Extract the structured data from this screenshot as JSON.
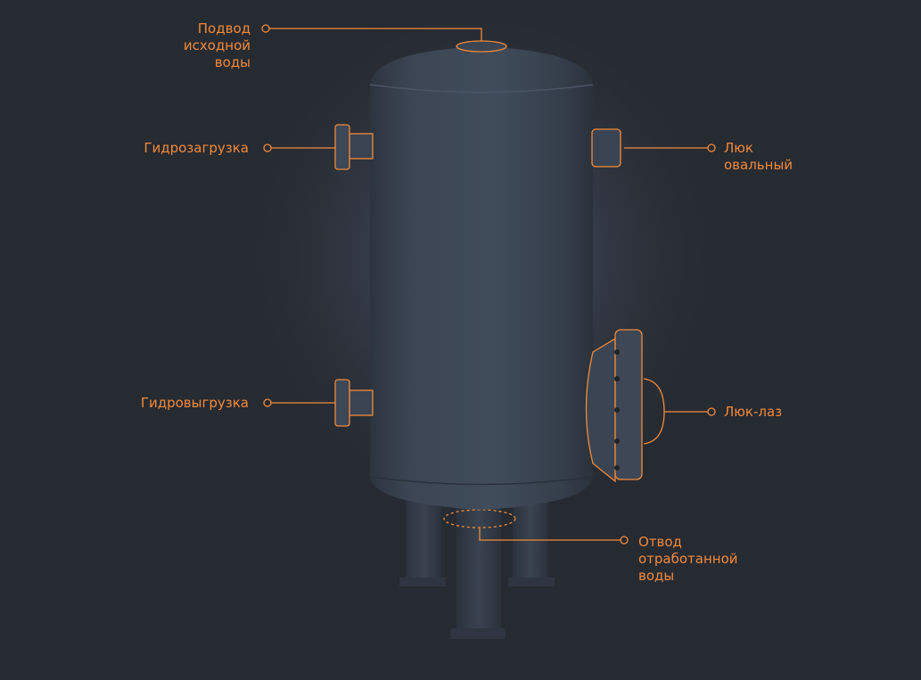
{
  "colors": {
    "background": "#262a31",
    "vessel": "#3a4452",
    "accent": "#f28a3a"
  },
  "labels": {
    "water_inlet": "Подвод\nисходной\nводы",
    "hydroload": "Гидрозагрузка",
    "hydrounload": "Гидровыгрузка",
    "oval_hatch": "Люк\nовальный",
    "manhole": "Люк-лаз",
    "spent_water_outlet": "Отвод\nотработанной\nводы"
  }
}
